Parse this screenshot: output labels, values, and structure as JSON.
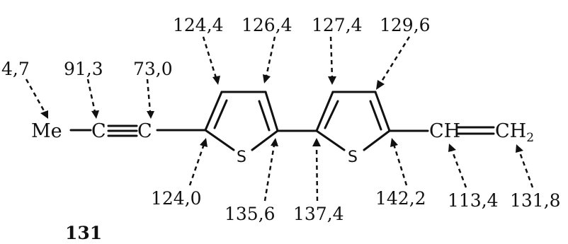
{
  "compound_number": "131",
  "atoms": {
    "methyl": "Me",
    "c1": "C",
    "c2": "C",
    "s1": "S",
    "s2": "S",
    "ch": "CH",
    "ch2_base": "CH",
    "ch2_sub": "2"
  },
  "shifts": {
    "me": "4,7",
    "c_alkyne_1": "91,3",
    "c_alkyne_2": "73,0",
    "th1_c3": "124,4",
    "th1_c4": "126,4",
    "th2_c3": "127,4",
    "th2_c4": "129,6",
    "th1_c2": "124,0",
    "th1_c5": "135,6",
    "th2_c2": "137,4",
    "th2_c5": "142,2",
    "vinyl_ch": "113,4",
    "vinyl_ch2": "131,8"
  }
}
